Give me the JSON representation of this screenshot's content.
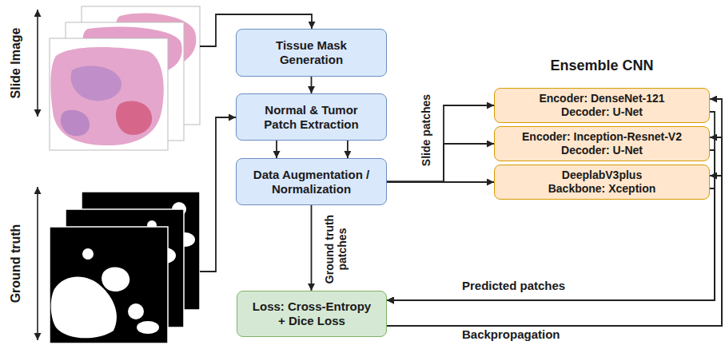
{
  "diagram": {
    "nodes": [
      {
        "text": [
          "Tissue Mask Generation"
        ]
      },
      {
        "text": [
          "Normal & Tumor Patch Extraction"
        ]
      },
      {
        "text": [
          "Data Augmentation / Normalization"
        ]
      },
      {
        "text": [
          "Encoder: DenseNet-121",
          "Decoder: U-Net"
        ]
      },
      {
        "text": [
          "Encoder: Inception-Resnet-V2",
          "Decoder: U-Net"
        ]
      },
      {
        "text": [
          "DeeplabV3plus",
          "Backbone: Xception"
        ]
      },
      {
        "text": [
          "Loss: Cross-Entropy + Dice Loss"
        ]
      }
    ],
    "edges": [
      {
        "from": 0,
        "to": 1,
        "arrow": "to"
      },
      {
        "from": 1,
        "to": 2,
        "arrow": "to"
      },
      {
        "from": 1,
        "to": 2,
        "arrow": "to"
      },
      {
        "from": 2,
        "to": 3,
        "arrow": "to"
      },
      {
        "from": 2,
        "to": 4,
        "arrow": "to"
      },
      {
        "from": 2,
        "to": 5,
        "arrow": "to"
      },
      {
        "from": 2,
        "to": 6,
        "label": "Ground truth patches",
        "arrow": "to"
      },
      {
        "from": 3,
        "to": 6,
        "arrow": "to"
      },
      {
        "from": 4,
        "to": 6,
        "arrow": "to"
      },
      {
        "from": 5,
        "to": 6,
        "arrow": "to"
      },
      {
        "from": 6,
        "to": 3,
        "arrow": "to"
      },
      {
        "from": 6,
        "to": 4,
        "arrow": "to"
      },
      {
        "from": 6,
        "to": 5,
        "arrow": "to"
      }
    ],
    "labels": [
      "Slide Image",
      "Ground truth",
      "Ensemble CNN",
      "Slide patches",
      "Predicted patches",
      "Backpropagation"
    ]
  }
}
